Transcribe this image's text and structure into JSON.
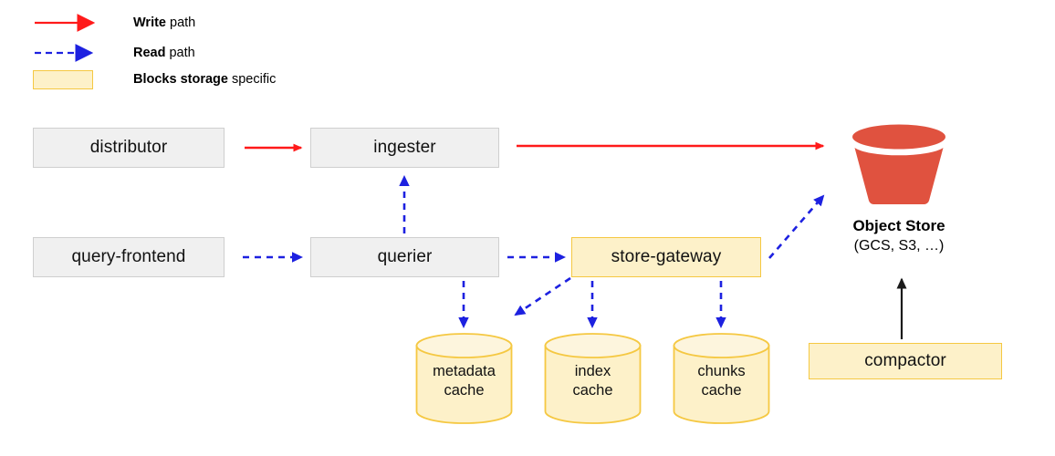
{
  "legend": {
    "items": [
      {
        "icon": "red-solid-arrow-icon",
        "bold": "Write",
        "rest": " path"
      },
      {
        "icon": "blue-dashed-arrow-icon",
        "bold": "Read",
        "rest": " path"
      },
      {
        "icon": "yellow-swatch-icon",
        "bold": "Blocks storage",
        "rest": " specific"
      }
    ]
  },
  "nodes": {
    "distributor": "distributor",
    "ingester": "ingester",
    "query_frontend": "query-frontend",
    "querier": "querier",
    "store_gateway": "store-gateway",
    "compactor": "compactor",
    "object_store_title": "Object Store",
    "object_store_sub": "(GCS, S3, …)",
    "metadata_cache_line1": "metadata",
    "metadata_cache_line2": "cache",
    "index_cache_line1": "index",
    "index_cache_line2": "cache",
    "chunks_cache_line1": "chunks",
    "chunks_cache_line2": "cache"
  },
  "colors": {
    "write_path": "#ff1a1a",
    "read_path": "#1d21e0",
    "blocks_fill": "#fdf1c9",
    "blocks_border": "#f5c842",
    "process_fill": "#f0f0f0",
    "process_border": "#cfcfcf",
    "object_store": "#e0523f",
    "compactor_arrow": "#1a1a1a"
  },
  "edges": [
    {
      "name": "distributor-to-ingester",
      "path": "write"
    },
    {
      "name": "ingester-to-object-store",
      "path": "write"
    },
    {
      "name": "query-frontend-to-querier",
      "path": "read"
    },
    {
      "name": "querier-to-ingester",
      "path": "read"
    },
    {
      "name": "querier-to-store-gateway",
      "path": "read"
    },
    {
      "name": "querier-to-metadata-cache",
      "path": "read"
    },
    {
      "name": "store-gateway-to-metadata-cache",
      "path": "read"
    },
    {
      "name": "store-gateway-to-index-cache",
      "path": "read"
    },
    {
      "name": "store-gateway-to-chunks-cache",
      "path": "read"
    },
    {
      "name": "store-gateway-to-object-store",
      "path": "read"
    },
    {
      "name": "compactor-to-object-store",
      "path": "plain"
    }
  ]
}
